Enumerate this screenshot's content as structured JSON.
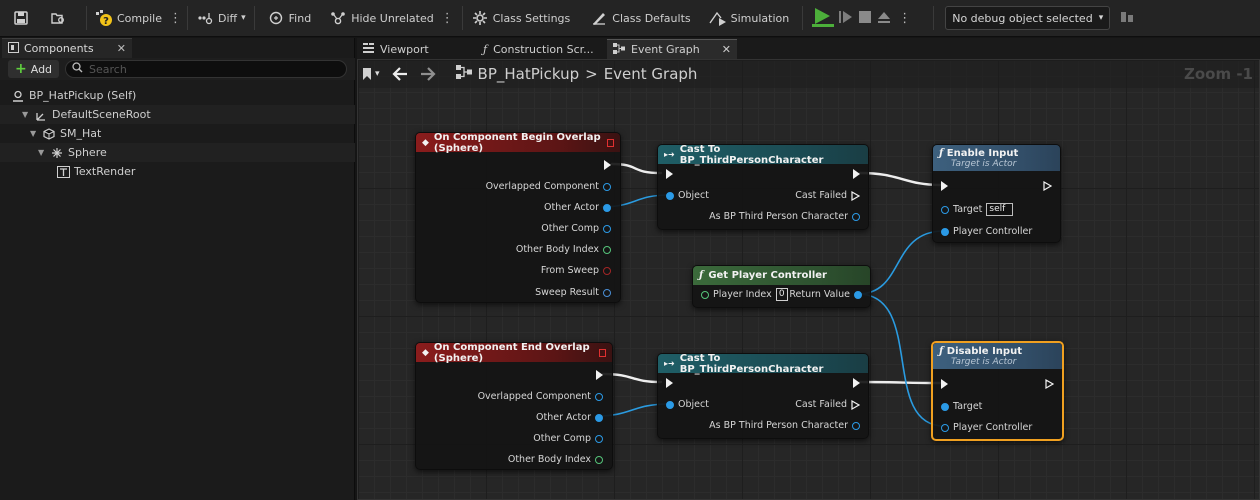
{
  "toolbar": {
    "compile": "Compile",
    "diff": "Diff",
    "find": "Find",
    "hide_unrelated": "Hide Unrelated",
    "class_settings": "Class Settings",
    "class_defaults": "Class Defaults",
    "simulation": "Simulation",
    "debug_object": "No debug object selected"
  },
  "components_panel": {
    "tab_label": "Components",
    "add_label": "Add",
    "search_placeholder": "Search",
    "tree": [
      {
        "label": "BP_HatPickup (Self)"
      },
      {
        "label": "DefaultSceneRoot"
      },
      {
        "label": "SM_Hat"
      },
      {
        "label": "Sphere"
      },
      {
        "label": "TextRender"
      }
    ]
  },
  "editor_tabs": [
    {
      "label": "Viewport"
    },
    {
      "label": "Construction Scr..."
    },
    {
      "label": "Event Graph"
    }
  ],
  "graph": {
    "breadcrumb_root": "BP_HatPickup",
    "breadcrumb_sep": ">",
    "breadcrumb_leaf": "Event Graph",
    "zoom": "Zoom -1"
  },
  "nodes": {
    "begin_overlap": {
      "title": "On Component Begin Overlap (Sphere)",
      "pins": [
        "Overlapped Component",
        "Other Actor",
        "Other Comp",
        "Other Body Index",
        "From Sweep",
        "Sweep Result"
      ]
    },
    "cast1": {
      "title": "Cast To BP_ThirdPersonCharacter",
      "object": "Object",
      "cast_failed": "Cast Failed",
      "as_char": "As BP Third Person Character"
    },
    "enable_input": {
      "title": "Enable Input",
      "subtitle": "Target is Actor",
      "target": "Target",
      "target_value": "self",
      "player_controller": "Player Controller"
    },
    "get_player_controller": {
      "title": "Get Player Controller",
      "player_index": "Player Index",
      "player_index_value": "0",
      "return_value": "Return Value"
    },
    "end_overlap": {
      "title": "On Component End Overlap (Sphere)",
      "pins": [
        "Overlapped Component",
        "Other Actor",
        "Other Comp",
        "Other Body Index"
      ]
    },
    "cast2": {
      "title": "Cast To BP_ThirdPersonCharacter",
      "object": "Object",
      "cast_failed": "Cast Failed",
      "as_char": "As BP Third Person Character"
    },
    "disable_input": {
      "title": "Disable Input",
      "subtitle": "Target is Actor",
      "target": "Target",
      "player_controller": "Player Controller"
    }
  },
  "colors": {
    "event_header": "#8a1c1c",
    "cast_header": "#1f5e66",
    "function_header": "#3d607e",
    "pure_header": "#3b6a3b",
    "object_pin": "#2b9ae6",
    "selection": "#f0a020"
  }
}
